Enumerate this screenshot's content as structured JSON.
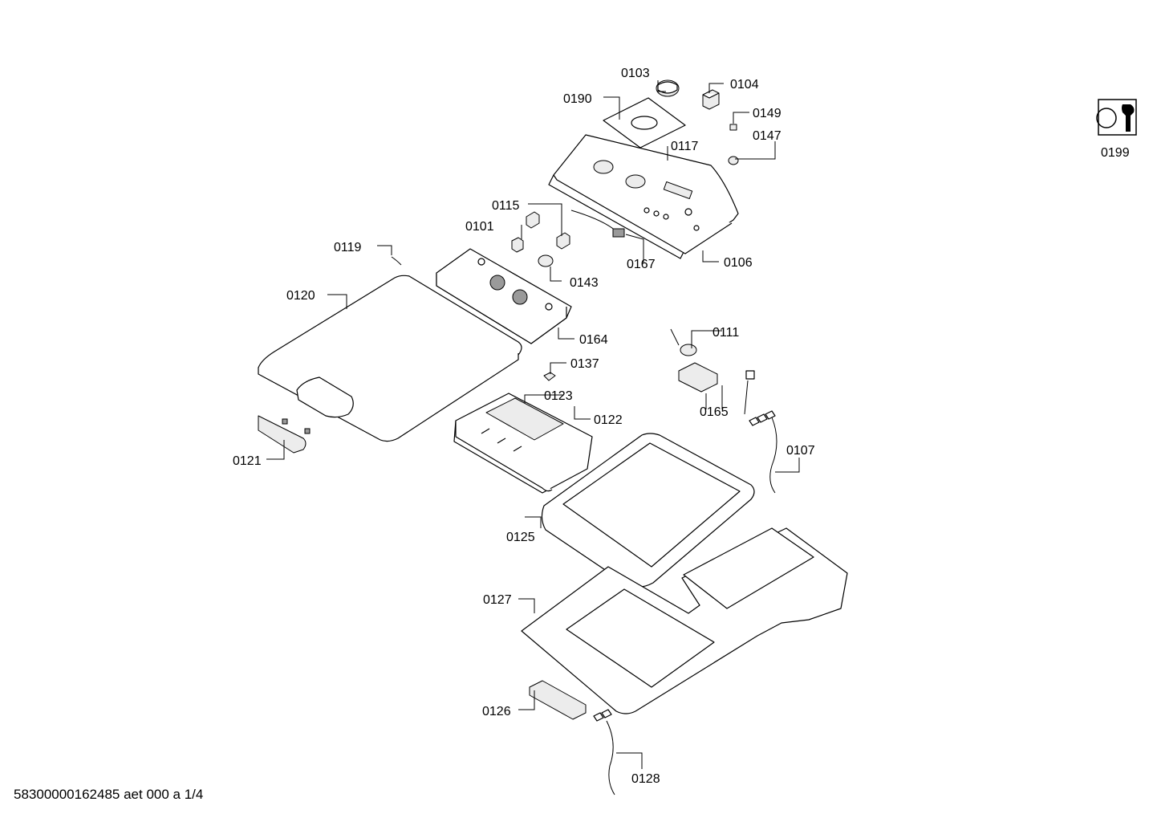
{
  "labels": {
    "p0103": "0103",
    "p0104": "0104",
    "p0190": "0190",
    "p0149": "0149",
    "p0147": "0147",
    "p0117": "0117",
    "p0115": "0115",
    "p0101": "0101",
    "p0119": "0119",
    "p0167": "0167",
    "p0106": "0106",
    "p0143": "0143",
    "p0120": "0120",
    "p0164": "0164",
    "p0111": "0111",
    "p0137": "0137",
    "p0123": "0123",
    "p0122": "0122",
    "p0165": "0165",
    "p0121": "0121",
    "p0107": "0107",
    "p0125": "0125",
    "p0127": "0127",
    "p0126": "0126",
    "p0128": "0128",
    "p0199": "0199"
  },
  "footer": "58300000162485 aet 000 a 1/4",
  "icons": {
    "service": "service-wrench-icon"
  }
}
